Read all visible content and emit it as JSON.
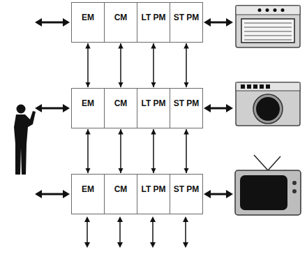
{
  "diagram": {
    "nodes": [
      {
        "text": [
          "EM"
        ]
      },
      {
        "text": [
          "CM"
        ]
      },
      {
        "text": [
          "LT PM"
        ]
      },
      {
        "text": [
          "ST PM"
        ]
      },
      {
        "text": [
          "EM"
        ]
      },
      {
        "text": [
          "CM"
        ]
      },
      {
        "text": [
          "LT PM"
        ]
      },
      {
        "text": [
          "ST PM"
        ]
      },
      {
        "text": [
          "EM"
        ]
      },
      {
        "text": [
          "CM"
        ]
      },
      {
        "text": [
          "LT PM"
        ]
      },
      {
        "text": [
          "ST PM"
        ]
      }
    ],
    "edges": [
      {
        "from": 0,
        "to": 4,
        "arrow": "both"
      },
      {
        "from": 1,
        "to": 5,
        "arrow": "both"
      },
      {
        "from": 2,
        "to": 6,
        "arrow": "both"
      },
      {
        "from": 3,
        "to": 7,
        "arrow": "both"
      },
      {
        "from": 4,
        "to": 8,
        "arrow": "both"
      },
      {
        "from": 5,
        "to": 9,
        "arrow": "both"
      },
      {
        "from": 6,
        "to": 10,
        "arrow": "both"
      },
      {
        "from": 7,
        "to": 11,
        "arrow": "both"
      }
    ]
  }
}
